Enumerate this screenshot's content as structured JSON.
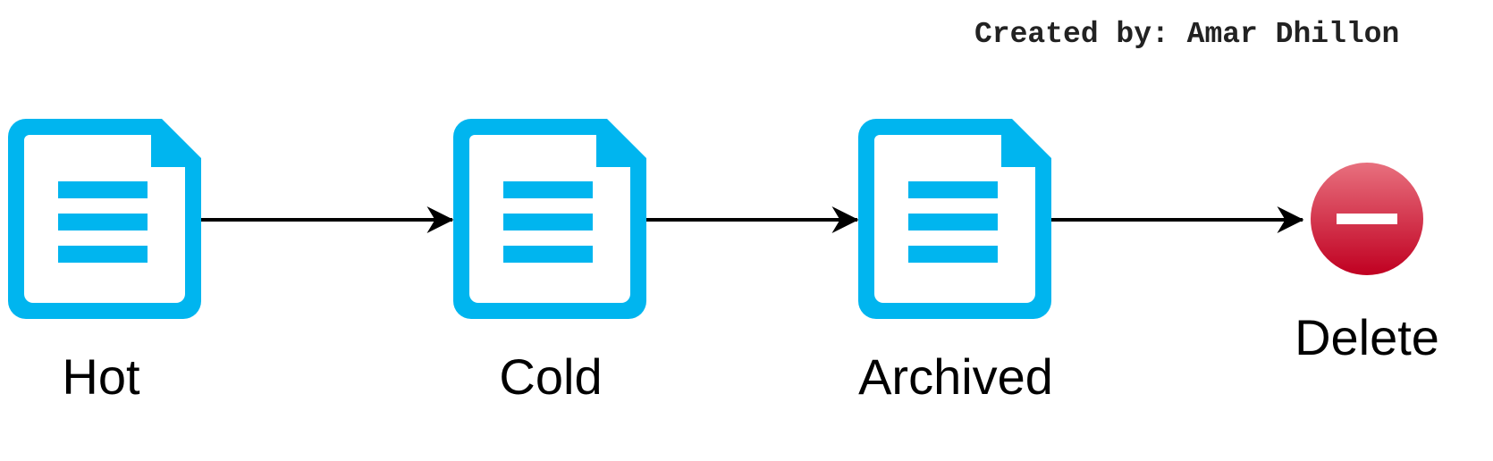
{
  "credit": "Created by: Amar Dhillon",
  "stages": [
    {
      "label": "Hot",
      "icon": "document-icon"
    },
    {
      "label": "Cold",
      "icon": "document-icon"
    },
    {
      "label": "Archived",
      "icon": "document-icon"
    },
    {
      "label": "Delete",
      "icon": "delete-icon"
    }
  ],
  "colors": {
    "document": "#00B5EF",
    "delete_top": "#E8707E",
    "delete_bottom": "#C00021",
    "arrow": "#000000",
    "credit_text": "#222222"
  }
}
